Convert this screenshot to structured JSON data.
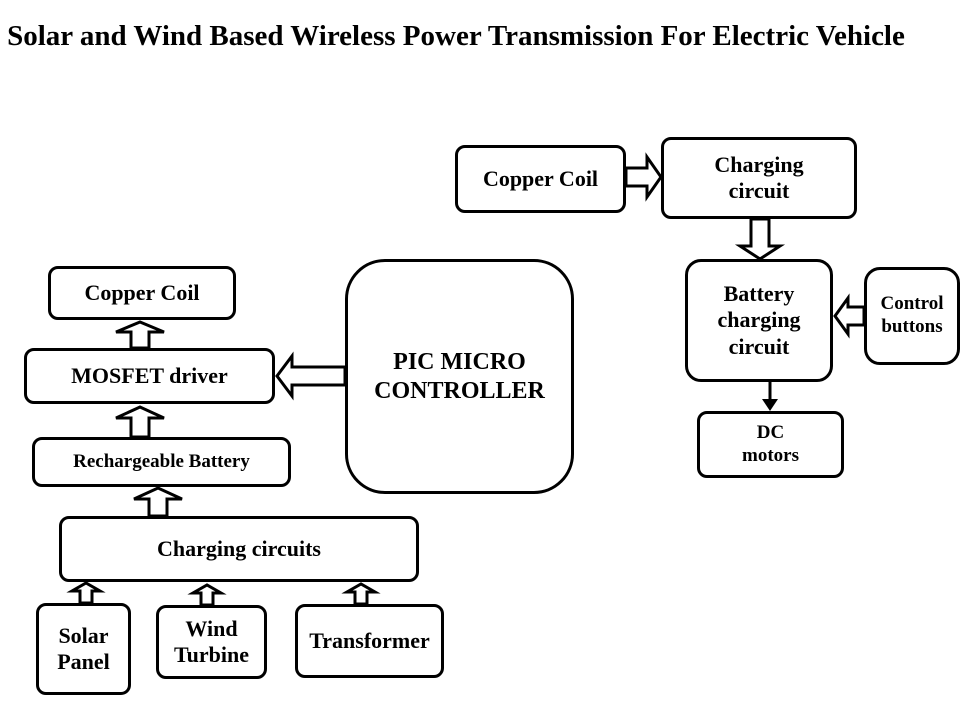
{
  "title": "Solar and Wind Based Wireless Power Transmission For Electric Vehicle",
  "blocks": {
    "copper_coil_tx": "Copper Coil",
    "mosfet_driver": "MOSFET driver",
    "rechargeable_battery": "Rechargeable Battery",
    "charging_circuits": "Charging circuits",
    "solar_panel": "Solar\nPanel",
    "wind_turbine": "Wind\nTurbine",
    "transformer": "Transformer",
    "pic_controller": "PIC MICRO\nCONTROLLER",
    "copper_coil_rx": "Copper Coil",
    "charging_circuit": "Charging\ncircuit",
    "battery_charging": "Battery\ncharging\ncircuit",
    "control_buttons": "Control\nbuttons",
    "dc_motors": "DC\nmotors"
  }
}
